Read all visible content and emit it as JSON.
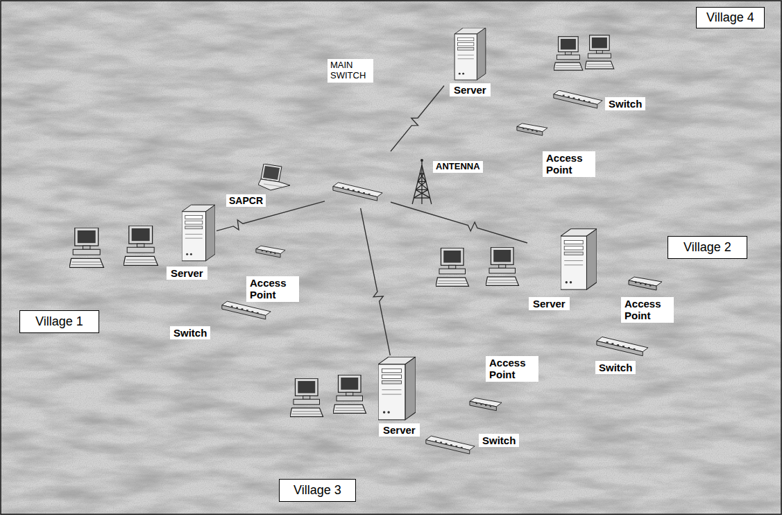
{
  "diagram": {
    "nodes": [
      {
        "text": [
          "Village 4"
        ]
      },
      {
        "text": [
          "Server"
        ]
      },
      {
        "text": [
          "Switch"
        ]
      },
      {
        "text": [
          "MAIN SWITCH"
        ]
      },
      {
        "text": [
          "Access Point"
        ]
      },
      {
        "text": [
          "Village 2"
        ]
      },
      {
        "text": [
          "Access Point"
        ]
      },
      {
        "text": [
          "Access Point"
        ]
      },
      {
        "text": [
          "Server"
        ]
      },
      {
        "text": [
          "Server"
        ]
      },
      {
        "text": [
          "Village 1"
        ]
      },
      {
        "text": [
          "Switch"
        ]
      },
      {
        "text": [
          "Access Point"
        ]
      },
      {
        "text": [
          "Switch"
        ]
      },
      {
        "text": [
          "Server"
        ]
      },
      {
        "text": [
          "Switch"
        ]
      },
      {
        "text": [
          "Village 3"
        ]
      }
    ],
    "edges": [
      {
        "from": 3,
        "to": 1,
        "arrow": "none"
      },
      {
        "from": 3,
        "to": 8,
        "arrow": "none"
      },
      {
        "from": 3,
        "to": 14,
        "arrow": "none"
      },
      {
        "from": 3,
        "to": 9,
        "arrow": "none"
      }
    ],
    "labels": [
      "ANTENNA",
      "SAPCR"
    ]
  }
}
